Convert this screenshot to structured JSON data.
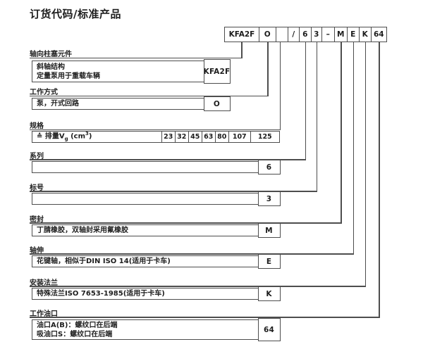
{
  "title": "订货代码/标准产品",
  "code_row": {
    "boxes": [
      "KFA2F",
      "O",
      "",
      "/",
      "6",
      "3",
      "–",
      "M",
      "E",
      "K",
      "64"
    ]
  },
  "sections": [
    {
      "header": "轴向柱塞元件",
      "lines": [
        "斜轴结构",
        "定量泵用于重载车辆"
      ],
      "code": "KFA2F"
    },
    {
      "header": "工作方式",
      "lines": [
        "泵，开式回路"
      ],
      "code": "O"
    },
    {
      "header": "规格",
      "desc_parts": {
        "prefix": "≙  排量V",
        "sub": "g",
        "mid": " (cm",
        "sup": "3",
        "suffix": ")"
      },
      "codes": [
        "23",
        "32",
        "45",
        "63",
        "80",
        "107",
        "125"
      ]
    },
    {
      "header": "系列",
      "lines": [],
      "code": "6"
    },
    {
      "header": "标号",
      "lines": [],
      "code": "3"
    },
    {
      "header": "密封",
      "lines": [
        "丁腈橡胶，双轴封采用氟橡胶"
      ],
      "code": "M"
    },
    {
      "header": "轴伸",
      "lines": [
        "花键轴，相似于DIN ISO 14(适用于卡车)"
      ],
      "code": "E"
    },
    {
      "header": "安装法兰",
      "lines": [
        "特殊法兰ISO 7653-1985(适用于卡车)"
      ],
      "code": "K"
    },
    {
      "header": "工作油口",
      "lines": [
        "油口A(B)：螺纹口在后端",
        "吸油口S：螺纹口在后端"
      ],
      "code": "64"
    }
  ],
  "colors": {
    "line": "#4d4d4d",
    "text": "#1d1d1d",
    "background": "#ffffff"
  }
}
